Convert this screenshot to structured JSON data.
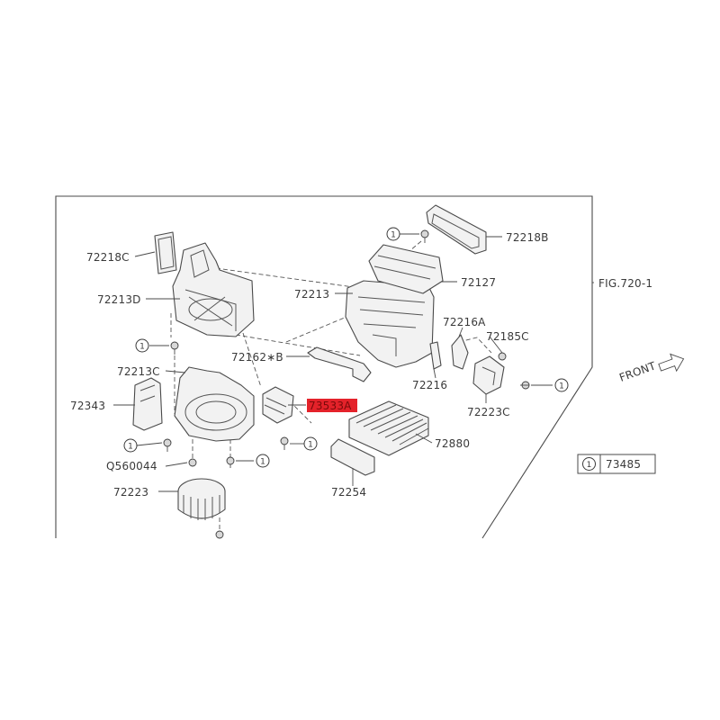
{
  "labels": {
    "p72218C": "72218C",
    "p72213D": "72213D",
    "p72213": "72213",
    "p72218B": "72218B",
    "p72127": "72127",
    "fig": "FIG.720-1",
    "p72216A": "72216A",
    "p72185C": "72185C",
    "p72162B": "72162∗B",
    "p72213C": "72213C",
    "p72216": "72216",
    "p72343": "72343",
    "p73533A": "73533A",
    "p72223C": "72223C",
    "p72880": "72880",
    "q560044": "Q560044",
    "p72254": "72254",
    "p72223": "72223",
    "front": "FRONT"
  },
  "circle_marker": "1",
  "legend": {
    "marker": "1",
    "part": "73485"
  },
  "colors": {
    "highlight": "#e4222a",
    "line": "#4a4a4a",
    "fill": "#f2f2f2"
  },
  "icons": {
    "front_arrow": "front-arrow-icon",
    "screw": "screw-icon",
    "circled_one": "circled-one-icon"
  }
}
